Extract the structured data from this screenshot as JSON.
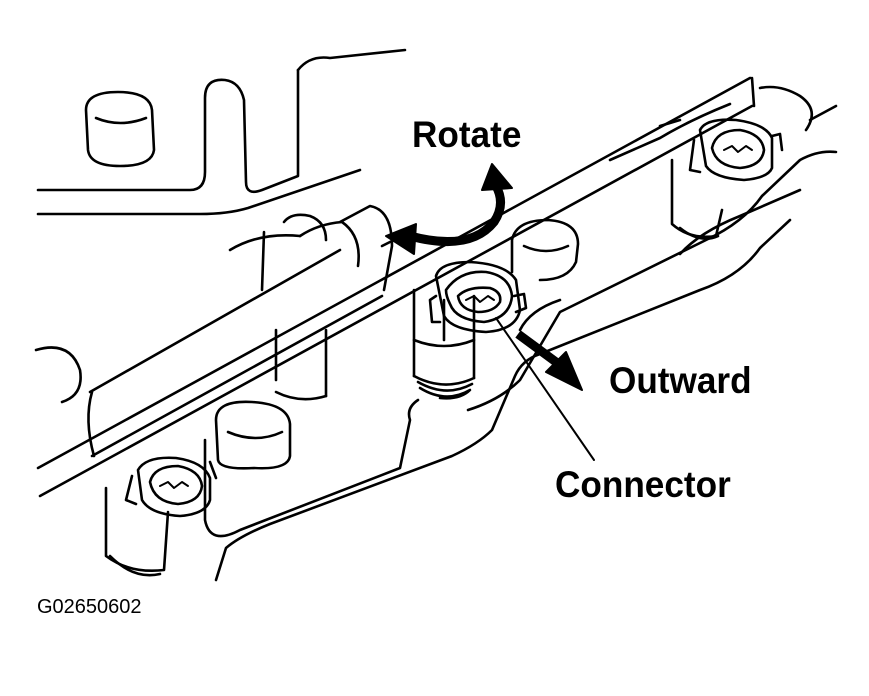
{
  "labels": {
    "rotate": "Rotate",
    "outward": "Outward",
    "connector": "Connector",
    "figure_id": "G02650602"
  }
}
